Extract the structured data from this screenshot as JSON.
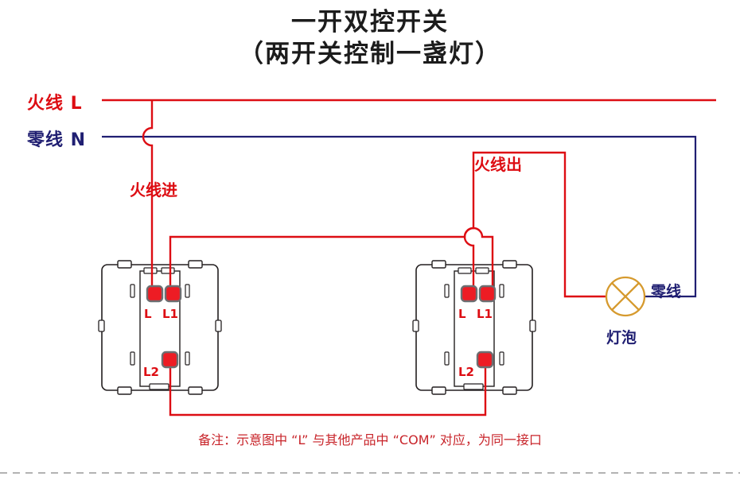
{
  "title": {
    "line1": "一开双控开关",
    "line2": "（两开关控制一盏灯）"
  },
  "rails": [
    {
      "name": "live-rail",
      "label": "火线  L",
      "color": "#dd0d13"
    },
    {
      "name": "neutral-rail",
      "label": "零线  N",
      "color": "#201f72"
    }
  ],
  "wire_labels": {
    "live_in": "火线进",
    "live_out": "火线出",
    "neutral_to_lamp": "零线"
  },
  "switches": [
    {
      "name": "left-switch",
      "terminals": [
        {
          "id": "L",
          "label": "L"
        },
        {
          "id": "L1",
          "label": "L1"
        },
        {
          "id": "L2",
          "label": "L2"
        }
      ]
    },
    {
      "name": "right-switch",
      "terminals": [
        {
          "id": "L",
          "label": "L"
        },
        {
          "id": "L1",
          "label": "L1"
        },
        {
          "id": "L2",
          "label": "L2"
        }
      ]
    }
  ],
  "lamp": {
    "label": "灯泡",
    "color": "#d69a2e"
  },
  "footnote": "备注：示意图中 “L” 与其他产品中 “COM” 对应，为同一接口",
  "colors": {
    "live": "#dd0d13",
    "neutral": "#201f72",
    "terminal": "#ed1c24",
    "terminal_outline": "#6d6e71",
    "body_outline": "#231f20",
    "lamp": "#d69a2e",
    "divider": "#9a9a9a",
    "title": "#1c1c1c",
    "footnote": "#c8242a"
  }
}
